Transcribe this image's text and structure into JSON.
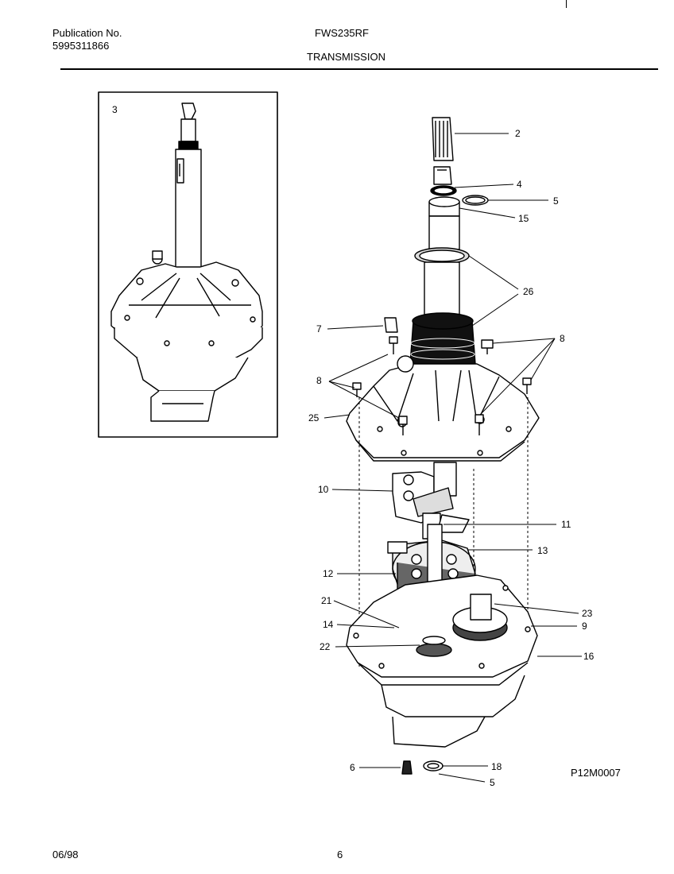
{
  "header": {
    "publication_label": "Publication No.",
    "publication_number": "5995311866",
    "model": "FWS235RF",
    "section_title": "TRANSMISSION"
  },
  "callouts": {
    "c2": "2",
    "c3": "3",
    "c4": "4",
    "c5a": "5",
    "c5b": "5",
    "c6": "6",
    "c7": "7",
    "c8a": "8",
    "c8b": "8",
    "c9": "9",
    "c10": "10",
    "c11": "11",
    "c12": "12",
    "c13": "13",
    "c14": "14",
    "c15": "15",
    "c16": "16",
    "c18": "18",
    "c21": "21",
    "c22": "22",
    "c23": "23",
    "c25": "25",
    "c26": "26"
  },
  "drawing_code": "P12M0007",
  "footer": {
    "date": "06/98",
    "page_number": "6"
  }
}
